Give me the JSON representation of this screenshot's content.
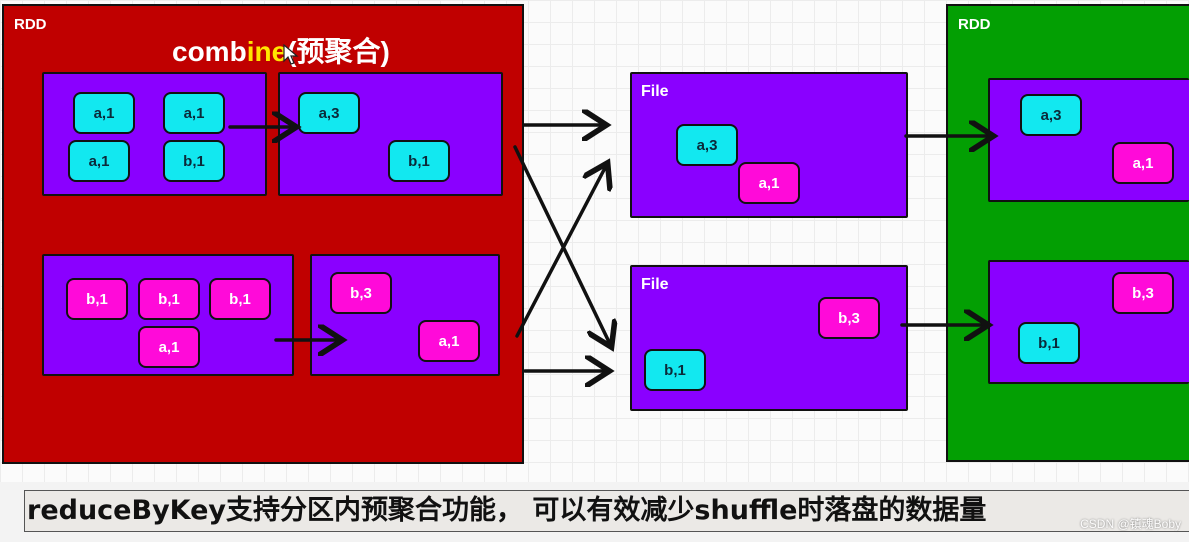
{
  "colors": {
    "left_rdd": "#c00000",
    "right_rdd": "#039f03",
    "partition": "#8a00ff",
    "a_chip": "#12e8f0",
    "b_chip": "#ff0ad9",
    "highlight": "#ffe600"
  },
  "left_rdd": {
    "label": "RDD",
    "title_part1": "comb",
    "title_part2": "ine",
    "title_part3": "(预聚合)",
    "row1": {
      "before": [
        "a,1",
        "a,1",
        "a,1",
        "b,1"
      ],
      "after": [
        "a,3",
        "b,1"
      ]
    },
    "row2": {
      "before": [
        "b,1",
        "b,1",
        "b,1",
        "a,1"
      ],
      "after": [
        "b,3",
        "a,1"
      ]
    }
  },
  "files": [
    {
      "label": "File",
      "items": [
        "a,3",
        "a,1"
      ]
    },
    {
      "label": "File",
      "items": [
        "b,3",
        "b,1"
      ]
    }
  ],
  "right_rdd": {
    "label": "RDD",
    "partitions": [
      {
        "items": [
          "a,3",
          "a,1"
        ]
      },
      {
        "items": [
          "b,3",
          "b,1"
        ]
      }
    ]
  },
  "caption": "reduceByKey支持分区内预聚合功能， 可以有效减少shuffle时落盘的数据量",
  "watermark": "CSDN @镇魂Boby"
}
